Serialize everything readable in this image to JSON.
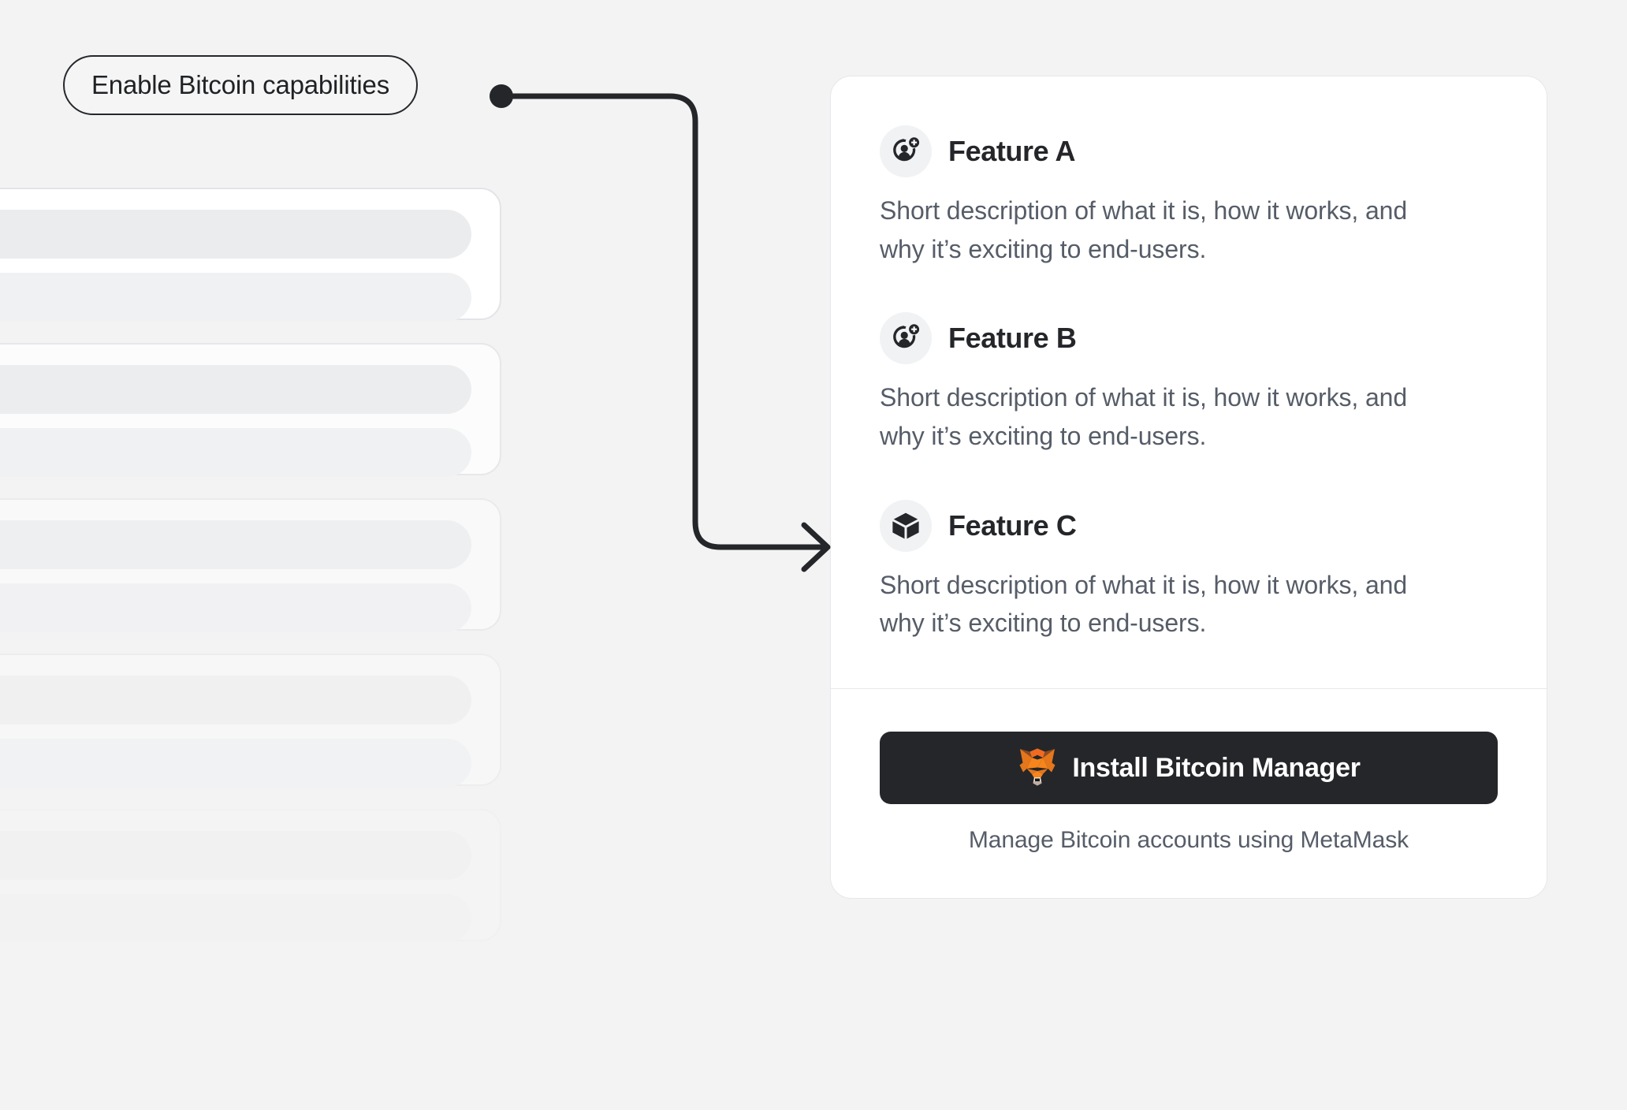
{
  "background_color": "#f3f3f3",
  "callout": {
    "label": "Enable Bitcoin capabilities",
    "border_color": "#25282c",
    "text_color": "#1f2225"
  },
  "connector": {
    "name": "elbow-arrow-connector",
    "color": "#24262a",
    "from": "callout",
    "to": "feature-card"
  },
  "skeleton": {
    "name": "placeholder-account-list",
    "card_count": 5,
    "bars_per_card": 2,
    "card_background": "#ffffff",
    "bar_color": "#ebecee"
  },
  "card": {
    "background": "#ffffff",
    "border_color": "#e6e7e9",
    "icon_circle_color": "#f0f2f4",
    "icon_color": "#24262a",
    "features": [
      {
        "icon": "add-account-icon",
        "title": "Feature A",
        "description": "Short description of what it is, how it works, and why it’s exciting to end-users."
      },
      {
        "icon": "add-account-icon",
        "title": "Feature B",
        "description": "Short description of what it is, how it works, and why it’s exciting to end-users."
      },
      {
        "icon": "cube-icon",
        "title": "Feature C",
        "description": "Short description of what it is, how it works, and why it’s exciting to end-users."
      }
    ],
    "footer": {
      "install_button": {
        "icon": "metamask-fox-icon",
        "label": "Install Bitcoin Manager",
        "background": "#24262a",
        "text_color": "#ffffff"
      },
      "note": "Manage Bitcoin accounts using MetaMask",
      "note_color": "#565d68"
    }
  }
}
